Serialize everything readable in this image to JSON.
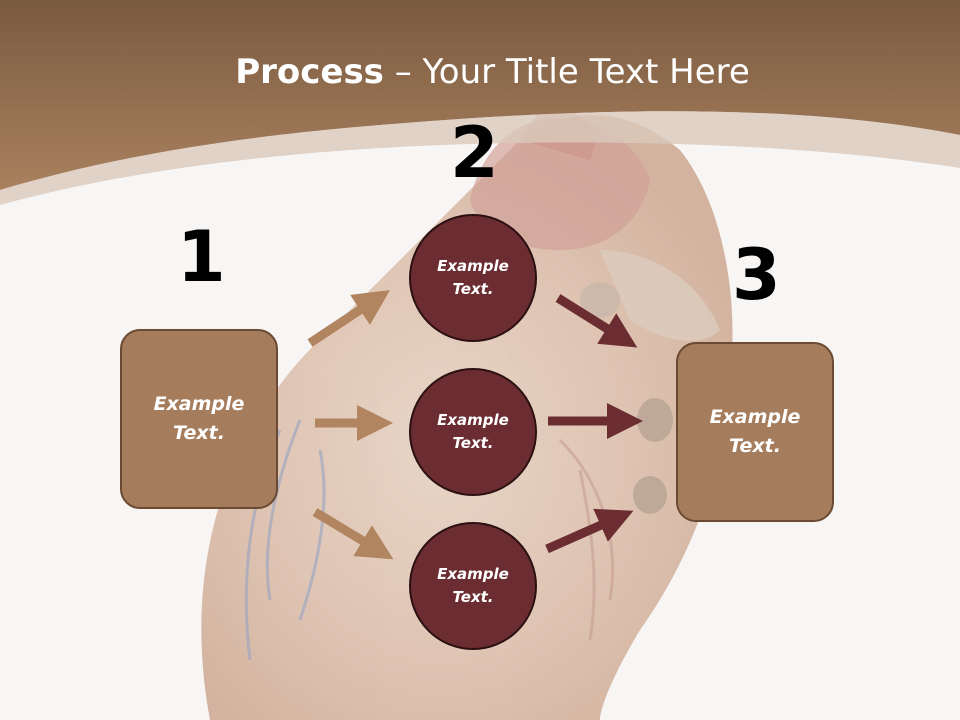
{
  "title": {
    "bold": "Process",
    "rest": " – Your Title Text Here"
  },
  "steps": {
    "one": "1",
    "two": "2",
    "three": "3"
  },
  "left_box": {
    "text": "Example\nText."
  },
  "right_box": {
    "text": "Example\nText."
  },
  "circles": [
    {
      "text": "Example\nText."
    },
    {
      "text": "Example\nText."
    },
    {
      "text": "Example\nText."
    }
  ],
  "colors": {
    "header_brown": "#a27a58",
    "box_fill": "#a57c5c",
    "circle_fill": "#6b2d31",
    "left_arrow": "#b08560",
    "right_arrow": "#6b2d31"
  }
}
